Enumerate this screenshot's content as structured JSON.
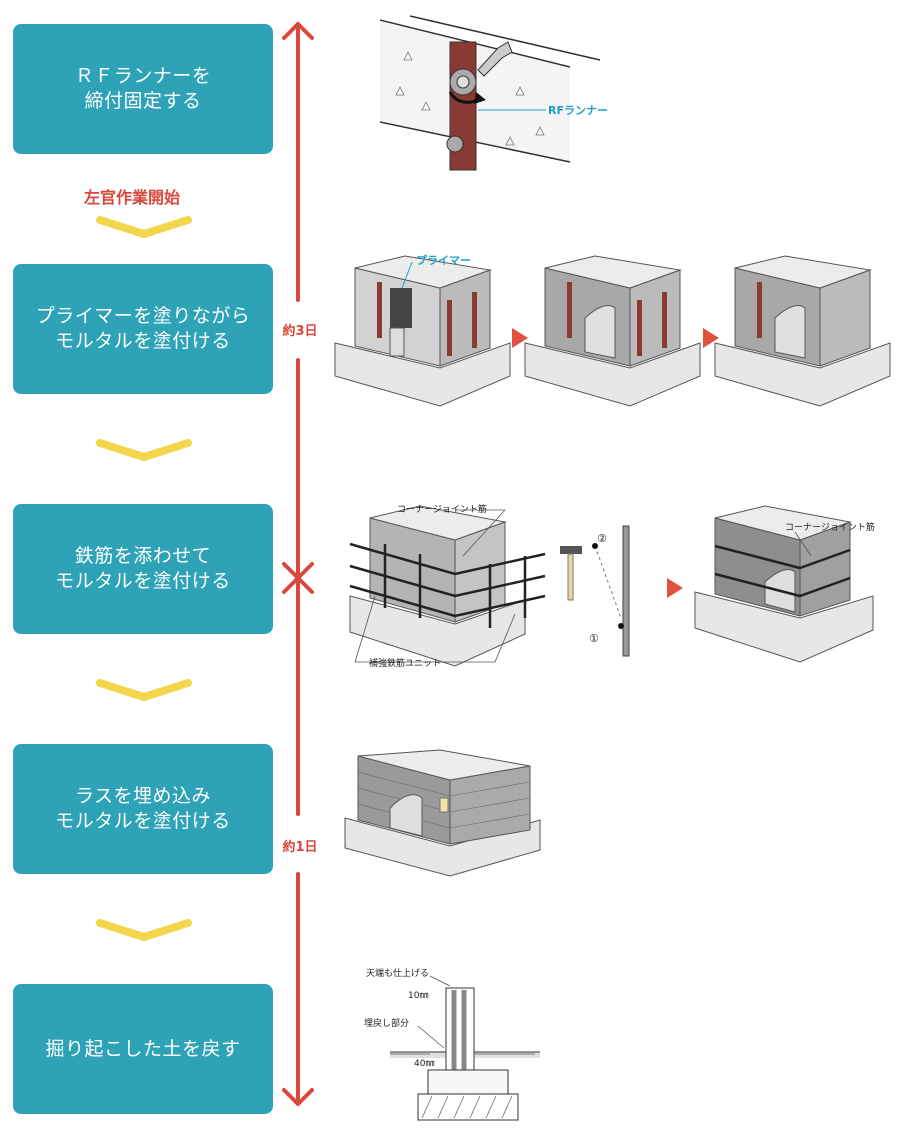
{
  "steps": [
    {
      "line1": "ＲＦランナーを",
      "line2": "締付固定する"
    },
    {
      "line1": "プライマーを塗りながら",
      "line2": "モルタルを塗付ける"
    },
    {
      "line1": "鉄筋を添わせて",
      "line2": "モルタルを塗付ける"
    },
    {
      "line1": "ラスを埋め込み",
      "line2": "モルタルを塗付ける"
    },
    {
      "line1": "掘り起こした土を戻す",
      "line2": ""
    }
  ],
  "plaster_start": "左官作業開始",
  "durations": {
    "first": "約3日",
    "second": "約1日"
  },
  "labels": {
    "rf_runner": "RFランナー",
    "primer": "プライマー",
    "corner_joint_bar": "コーナージョイント筋",
    "reinforcement_unit": "補強鉄筋ユニット",
    "circle1": "①",
    "circle2": "②",
    "top_finish": "天端も仕上げる",
    "ten_mm": "10㎜",
    "backfill": "埋戻し部分",
    "forty_mm": "40㎜"
  },
  "colors": {
    "step_box": "#2ea3b8",
    "accent_red": "#d9483b",
    "chevron_yellow": "#f2d64b",
    "label_cyan": "#1e9ec6"
  }
}
